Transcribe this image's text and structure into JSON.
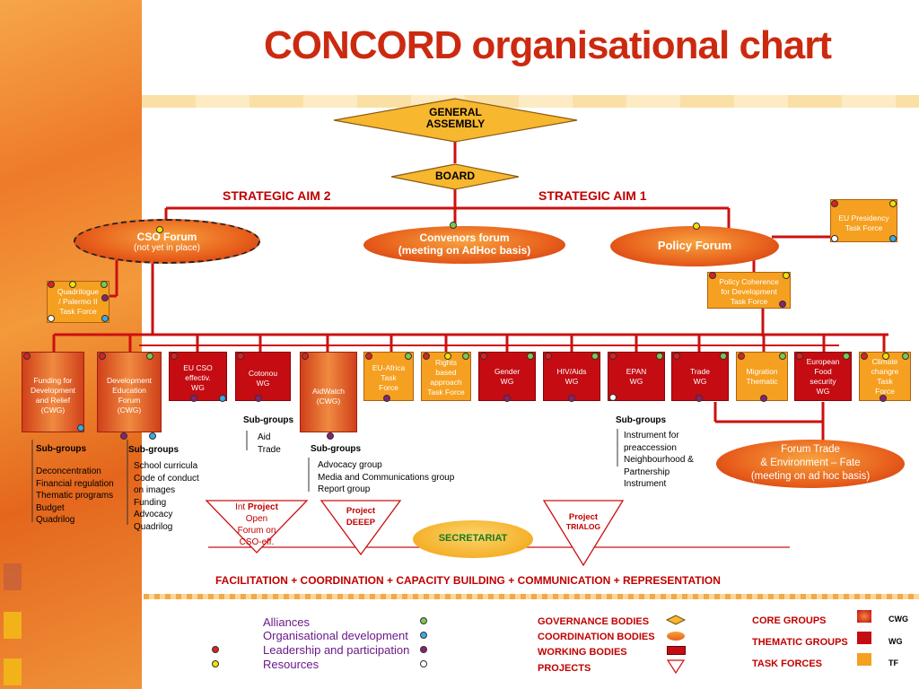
{
  "title": "CONCORD organisational chart",
  "general_assembly": "GENERAL\nASSEMBLY",
  "board": "BOARD",
  "aims": {
    "aim2": "STRATEGIC AIM 2",
    "aim1": "STRATEGIC AIM 1"
  },
  "forums": {
    "cso_title": "CSO Forum",
    "cso_sub": "(not yet in place)",
    "convenors_title": "Convenors  forum",
    "convenors_sub": "(meeting on AdHoc basis)",
    "policy": "Policy Forum",
    "trade_env": "Forum Trade\n& Environment – Fate\n(meeting on ad hoc basis)"
  },
  "upper_boxes": {
    "quadrilogue": "Quadrilogue\n/ Palermo II\nTask Force",
    "eu_presidency": "EU Presidency\nTask Force",
    "policy_coherence": "Policy Coherence\nfor Development\nTask Force"
  },
  "row_boxes": [
    {
      "label": "Funding for\nDevelopment\nand Relief\n(CWG)",
      "kind": "cwg"
    },
    {
      "label": "Development\nEducation\nForum\n(CWG)",
      "kind": "cwg"
    },
    {
      "label": "EU CSO\neffectiv.\nWG",
      "kind": "wg"
    },
    {
      "label": "Cotonou\nWG",
      "kind": "wg"
    },
    {
      "label": "AidWatch\n(CWG)",
      "kind": "cwg"
    },
    {
      "label": "EU-Africa\nTask\nForce",
      "kind": "tf"
    },
    {
      "label": "Rights\nbased\napproach\nTask Force",
      "kind": "tf"
    },
    {
      "label": "Gender\nWG",
      "kind": "wg"
    },
    {
      "label": "HIV/Aids\nWG",
      "kind": "wg"
    },
    {
      "label": "EPAN\nWG",
      "kind": "wg"
    },
    {
      "label": "Trade\nWG",
      "kind": "wg"
    },
    {
      "label": "Migration\nThematic",
      "kind": "tf"
    },
    {
      "label": "European\nFood\nsecurity\nWG",
      "kind": "wg"
    },
    {
      "label": "Climate\nchangre\nTask\nForce",
      "kind": "tf"
    }
  ],
  "subgroups": {
    "heading": "Sub-groups",
    "funding": [
      "Deconcentration",
      "Financial regulation",
      "Thematic programs",
      "Budget",
      "Quadrilog"
    ],
    "dev_ed": [
      "School curricula",
      "Code of conduct\non images",
      "Funding",
      "Advocacy",
      "Quadrilog"
    ],
    "cotonou": [
      "Aid",
      "Trade"
    ],
    "aidwatch": [
      "Advocacy group",
      "Media and Communications group",
      "Report group"
    ],
    "epan": [
      "Instrument for\npreaccession",
      "Neighbourhood &\nPartnership\nInstrument"
    ]
  },
  "projects": {
    "p1_a": "Int ",
    "p1_b": "Project",
    "p1_c": "Open\nForum on\nCSO-eff.",
    "p2_a": "Project",
    "p2_b": "DEEEP",
    "p3_a": "Project",
    "p3_b": "TRIALOG"
  },
  "secretariat": "SECRETARIAT",
  "functions": "FACILITATION + COORDINATION + CAPACITY BUILDING + COMMUNICATION + REPRESENTATION",
  "legend": {
    "aims": [
      "Alliances",
      "Organisational development",
      "Leadership and participation",
      "Resources"
    ],
    "bodies": [
      "GOVERNANCE BODIES",
      "COORDINATION BODIES",
      "WORKING BODIES",
      "PROJECTS"
    ],
    "groups": [
      "CORE GROUPS",
      "THEMATIC GROUPS",
      "TASK FORCES"
    ],
    "abbrev": [
      "CWG",
      "WG",
      "TF"
    ]
  },
  "colors": {
    "title": "#cc2a10",
    "lines": "#cc1010",
    "wg": "#c40c12",
    "tf": "#f5a020",
    "accent": "#e8601c"
  }
}
